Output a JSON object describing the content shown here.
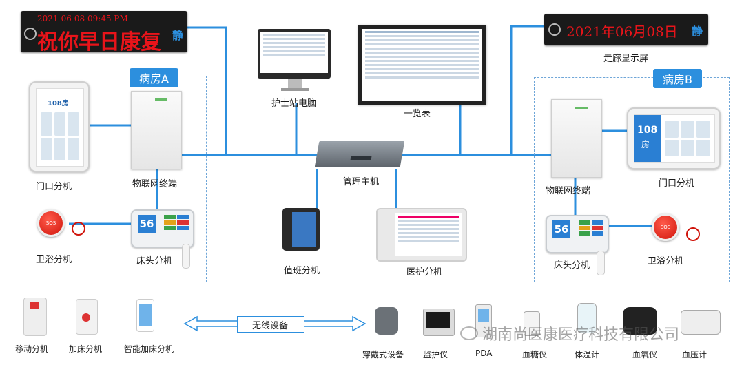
{
  "led_left": {
    "line1": "2021-06-08  09:45 PM",
    "line2": "祝你早日康复",
    "badge": "静"
  },
  "led_right": {
    "line1": "2021年06月08日",
    "badge": "静",
    "caption": "走廊显示屏"
  },
  "ward_a": {
    "title": "病房A",
    "door": "门口分机",
    "iot": "物联网终端",
    "bath": "卫浴分机",
    "bed": "床头分机",
    "room": "108房",
    "bed_no": "56"
  },
  "ward_b": {
    "title": "病房B",
    "door": "门口分机",
    "iot": "物联网终端",
    "bath": "卫浴分机",
    "bed": "床头分机",
    "room_num": "108",
    "room_char": "房",
    "bed_no": "56"
  },
  "center": {
    "nurse_pc": "护士站电脑",
    "overview": "一览表",
    "host": "管理主机",
    "duty": "值班分机",
    "doctor": "医护分机"
  },
  "wireless": {
    "label": "无线设备",
    "left_devices": [
      "移动分机",
      "加床分机",
      "智能加床分机"
    ],
    "right_devices": [
      "穿戴式设备",
      "监护仪",
      "PDA",
      "血糖仪",
      "体温计",
      "血氧仪",
      "血压计"
    ]
  },
  "watermark": "湖南尚医康医疗科技有限公司",
  "colors": {
    "line": "#2c8fde",
    "led_red": "#e8141a",
    "tag_blue": "#2c8fde"
  }
}
